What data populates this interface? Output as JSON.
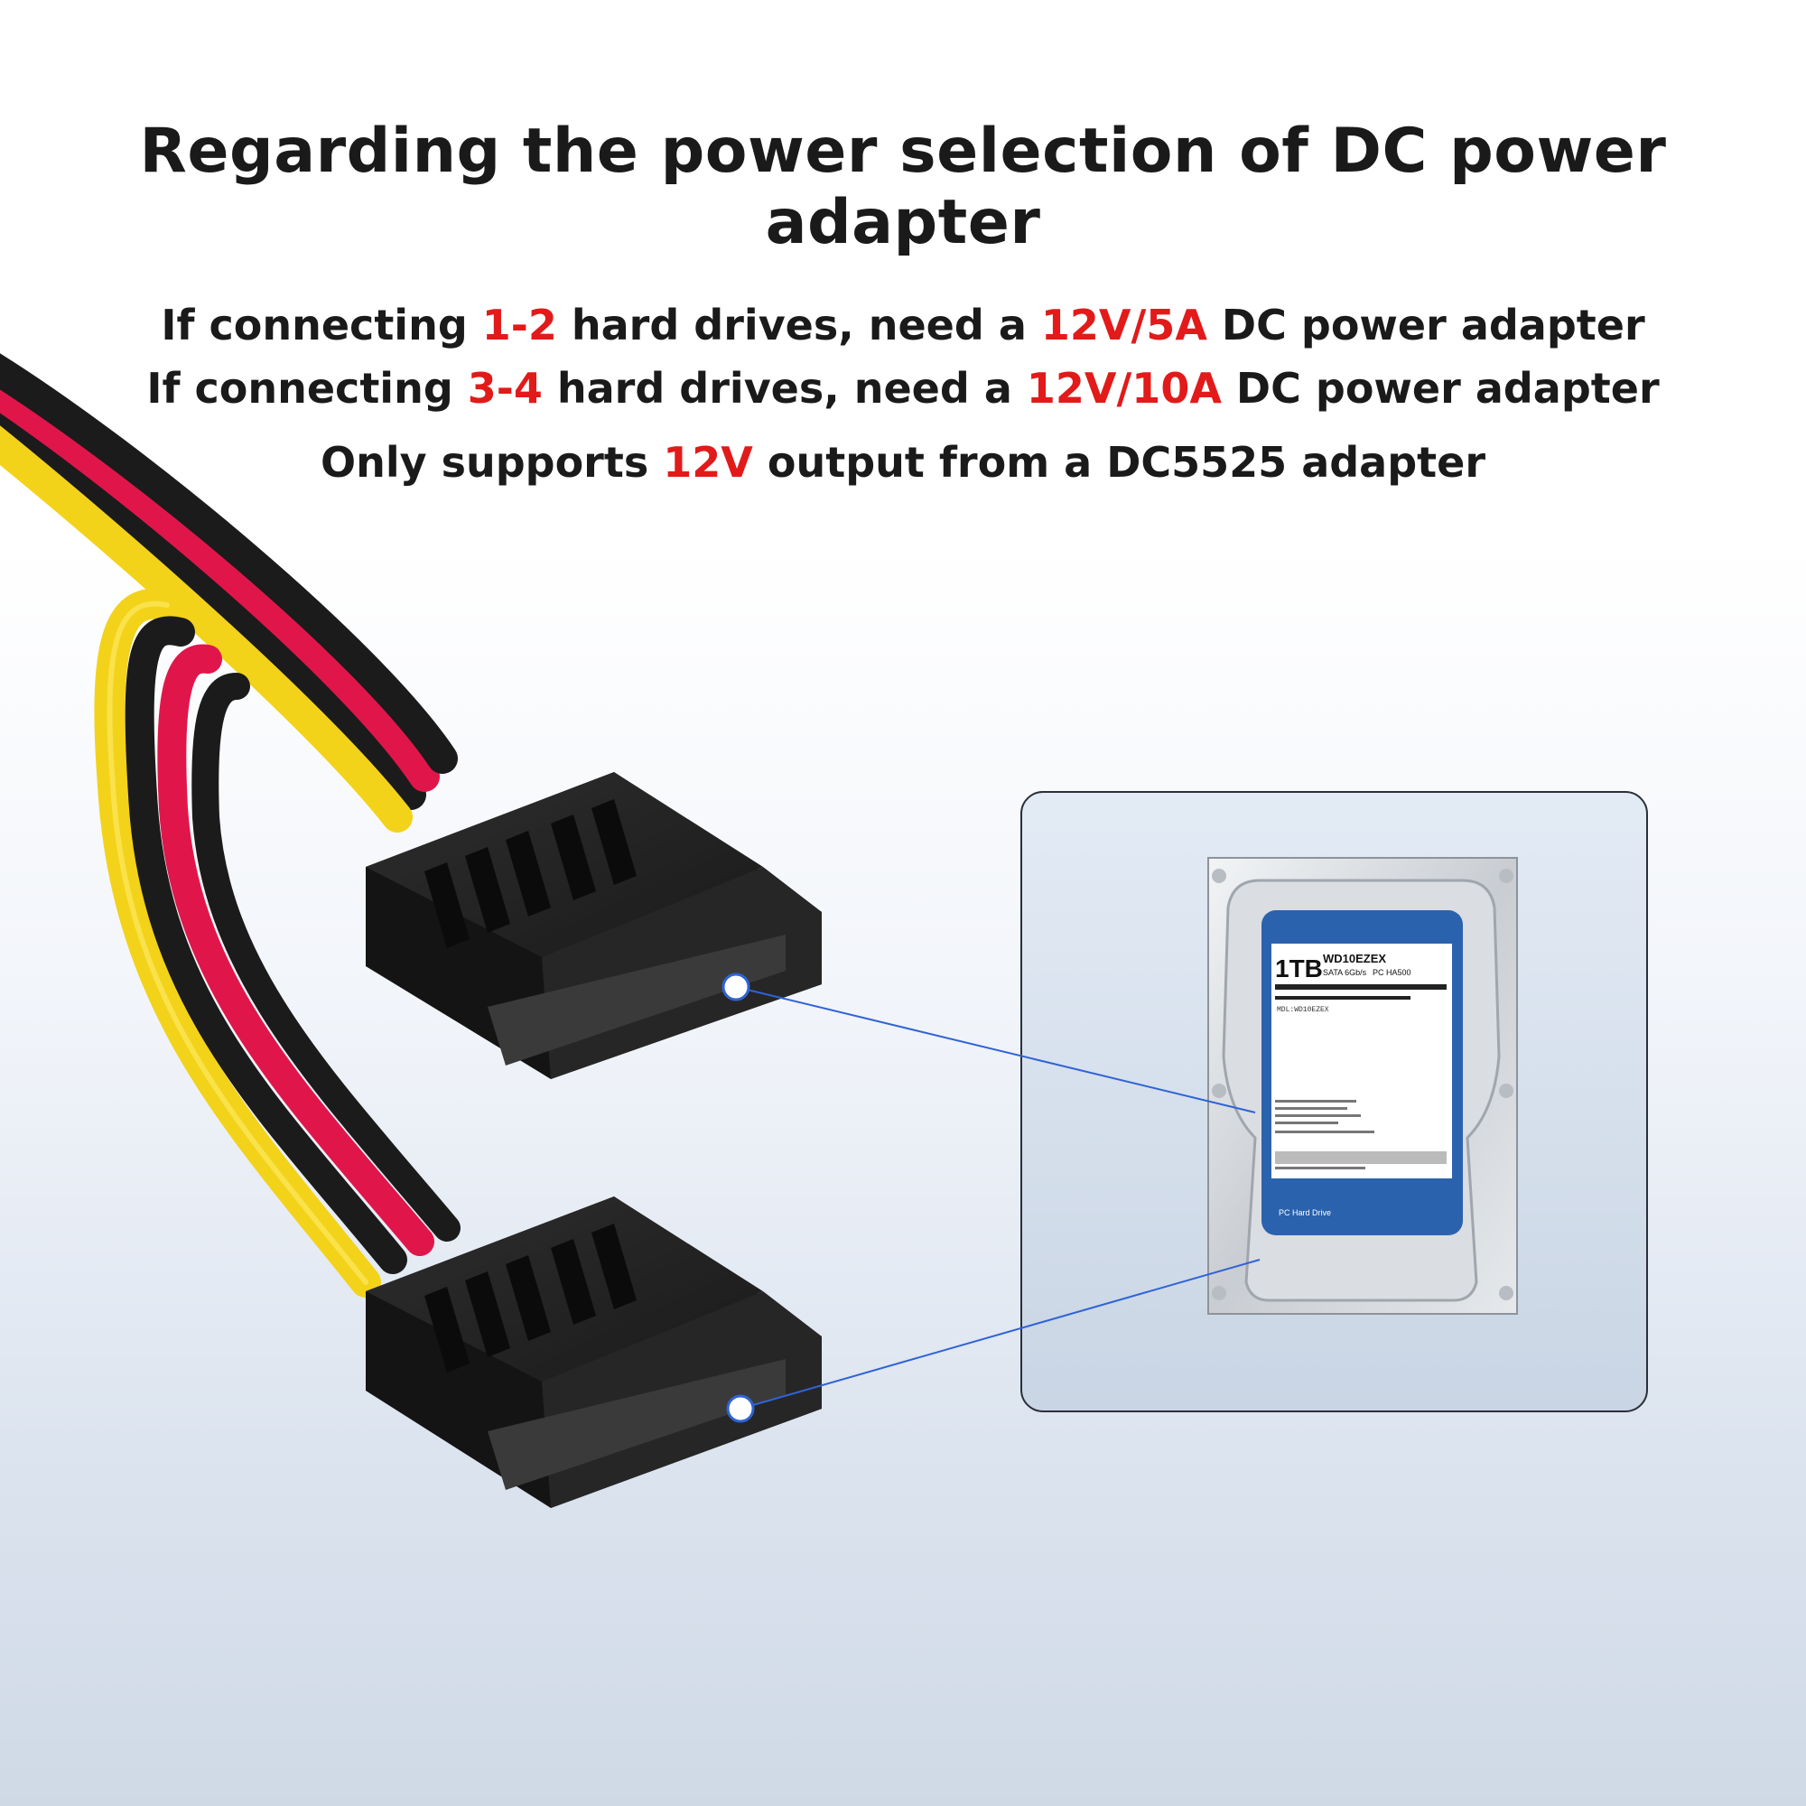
{
  "title": "Regarding the power selection of DC power adapter",
  "lines": [
    {
      "pre": "If connecting ",
      "a": "1-2",
      "mid": " hard drives, need a ",
      "b": "12V/5A",
      "post": " DC power adapter"
    },
    {
      "pre": "If connecting ",
      "a": "3-4",
      "mid": " hard drives, need a ",
      "b": "12V/10A",
      "post": " DC power adapter"
    },
    {
      "pre": "Only supports ",
      "a": "12V",
      "mid": " output from a DC5525 adapter"
    }
  ],
  "drive_label": {
    "capacity": "1TB",
    "model": "WD10EZEX",
    "interface": "SATA 6Gb/s",
    "pc_code": "PC HA500",
    "serial": "MDL:WD10EZEX",
    "footer": "PC Hard Drive"
  },
  "colors": {
    "highlight": "#e21a1a",
    "callout_line": "#2f63d6",
    "wire_yellow": "#f3d21a",
    "wire_red": "#e0164a",
    "wire_black": "#1b1b1b",
    "label_blue": "#2a62ad"
  }
}
